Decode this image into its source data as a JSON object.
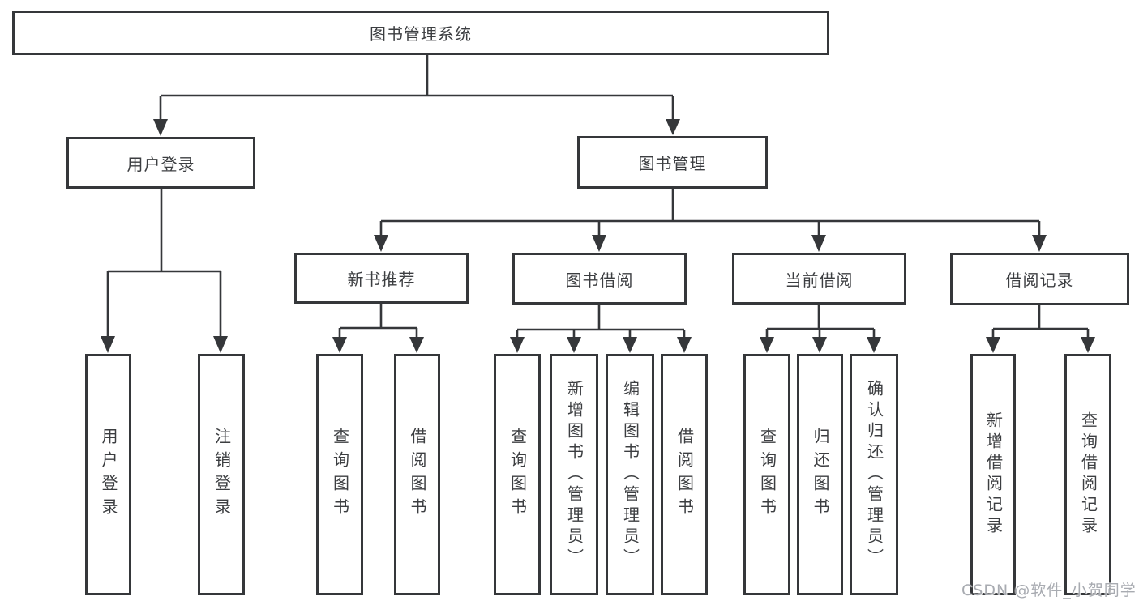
{
  "diagram": {
    "root": {
      "label": "图书管理系统"
    },
    "branches": [
      {
        "label": "用户登录",
        "children": [
          {
            "label": "用户登录"
          },
          {
            "label": "注销登录"
          }
        ]
      },
      {
        "label": "图书管理",
        "children": [
          {
            "label": "新书推荐",
            "children": [
              {
                "label": "查询图书"
              },
              {
                "label": "借阅图书"
              }
            ]
          },
          {
            "label": "图书借阅",
            "children": [
              {
                "label": "查询图书"
              },
              {
                "label": "新增图书（管理员）"
              },
              {
                "label": "编辑图书（管理员）"
              },
              {
                "label": "借阅图书"
              }
            ]
          },
          {
            "label": "当前借阅",
            "children": [
              {
                "label": "查询图书"
              },
              {
                "label": "归还图书"
              },
              {
                "label": "确认归还（管理员）"
              }
            ]
          },
          {
            "label": "借阅记录",
            "children": [
              {
                "label": "新增借阅记录"
              },
              {
                "label": "查询借阅记录"
              }
            ]
          }
        ]
      }
    ]
  },
  "watermark": {
    "text": "CSDN @软件_小贺同学"
  },
  "colors": {
    "line": "#35373a",
    "text": "#3c3e41",
    "background": "#ffffff",
    "watermark": "#a8abb1"
  }
}
